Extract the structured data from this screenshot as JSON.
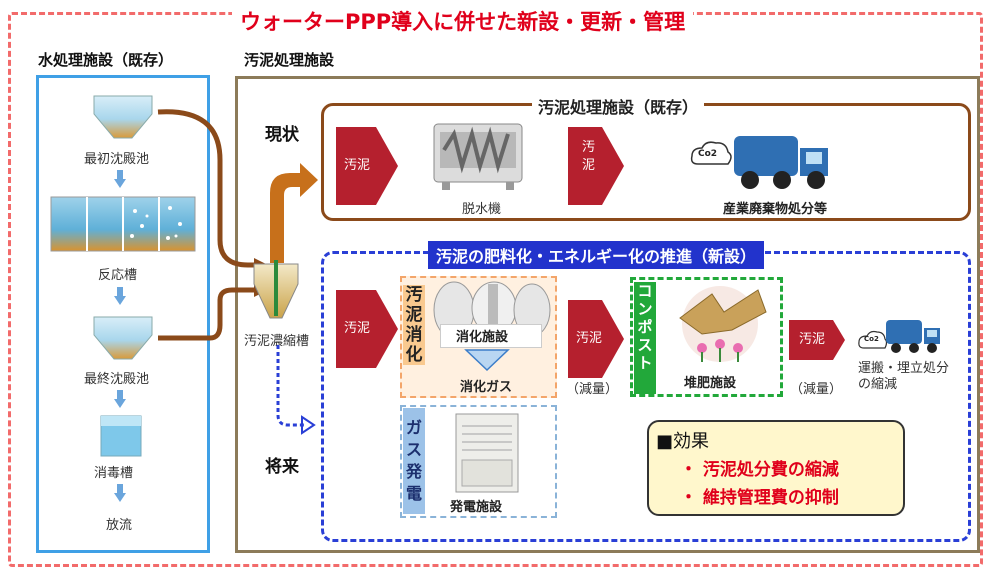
{
  "title": "ウォーターPPP導入に併せた新設・更新・管理",
  "water_facility": {
    "heading": "水処理施設（既存）",
    "stages": [
      "最初沈殿池",
      "反応槽",
      "最終沈殿池",
      "消毒槽",
      "放流"
    ]
  },
  "sludge_facility": {
    "heading": "汚泥処理施設",
    "thickener": "汚泥濃縮槽",
    "current_label": "現状",
    "future_label": "将来"
  },
  "existing": {
    "heading": "汚泥処理施設（既存）",
    "chevron1": "汚泥",
    "dewater": "脱水機",
    "chevron2_line1": "汚",
    "chevron2_line2": "泥",
    "co2": "Co2",
    "disposal": "産業廃棄物処分等"
  },
  "new": {
    "heading": "汚泥の肥料化・エネルギー化の推進（新設）",
    "chevron_in": "汚泥",
    "digestion_vertical": [
      "汚",
      "泥",
      "消",
      "化"
    ],
    "digestion_facility": "消化施設",
    "digestion_gas": "消化ガス",
    "chevron_mid": "汚泥",
    "reduced1": "（減量）",
    "compost_vertical": [
      "コ",
      "ン",
      "ポ",
      "ス",
      "ト"
    ],
    "compost_facility": "堆肥施設",
    "chevron_out": "汚泥",
    "reduced2": "（減量）",
    "co2": "Co2",
    "transport_line1": "運搬・埋立処分",
    "transport_line2": "の縮減",
    "gas_vertical": [
      "ガ",
      "ス",
      "発",
      "電"
    ],
    "power_facility": "発電施設"
  },
  "effect": {
    "heading": "■効果",
    "items": [
      "・ 汚泥処分費の縮減",
      "・ 維持管理費の抑制"
    ]
  },
  "colors": {
    "outer_dash": "#f26b6b",
    "title": "#e0001b",
    "water_border": "#3fa0e6",
    "sludge_border": "#8c7b59",
    "existing_border": "#8b4a1a",
    "new_border": "#2a3fd6",
    "chevron": "#b5202e",
    "effect_text": "#e0001b"
  }
}
